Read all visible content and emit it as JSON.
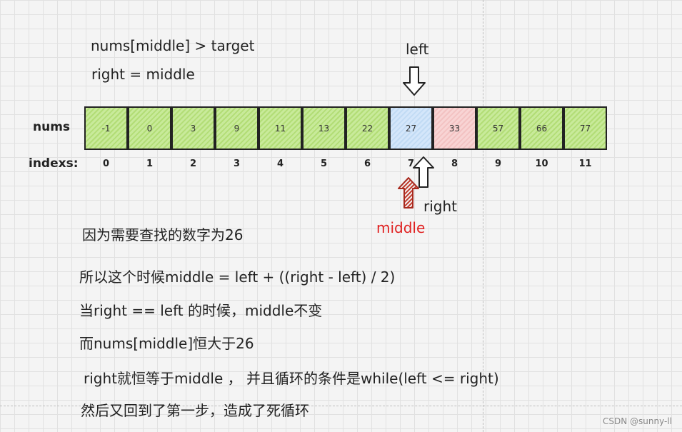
{
  "condition_line": "nums[middle] > target",
  "assignment_line": "right = middle",
  "pointer_labels": {
    "left": "left",
    "right": "right",
    "middle": "middle"
  },
  "row_labels": {
    "nums": "nums",
    "indexs": "indexs:"
  },
  "array": {
    "values": [
      "-1",
      "0",
      "3",
      "9",
      "11",
      "13",
      "22",
      "27",
      "33",
      "57",
      "66",
      "77"
    ],
    "indexes": [
      "0",
      "1",
      "2",
      "3",
      "4",
      "5",
      "6",
      "7",
      "8",
      "9",
      "10",
      "11"
    ],
    "cell_states": [
      "green",
      "green",
      "green",
      "green",
      "green",
      "green",
      "green",
      "blue",
      "red",
      "green",
      "green",
      "green"
    ]
  },
  "colors": {
    "green": "#b2dd76",
    "blue": "#c1dbf4",
    "red": "#f3c2c2",
    "middle_arrow": "#c0392b",
    "middle_text": "#e02020"
  },
  "explanation": [
    "因为需要查找的数字为26",
    "所以这个时候middle = left + ((right - left) / 2)",
    "当right == left 的时候，middle不变",
    "而nums[middle]恒大于26",
    "right就恒等于middle ， 并且循环的条件是while(left <= right)",
    "然后又回到了第一步，造成了死循环"
  ],
  "watermark": "CSDN @sunny-ll"
}
